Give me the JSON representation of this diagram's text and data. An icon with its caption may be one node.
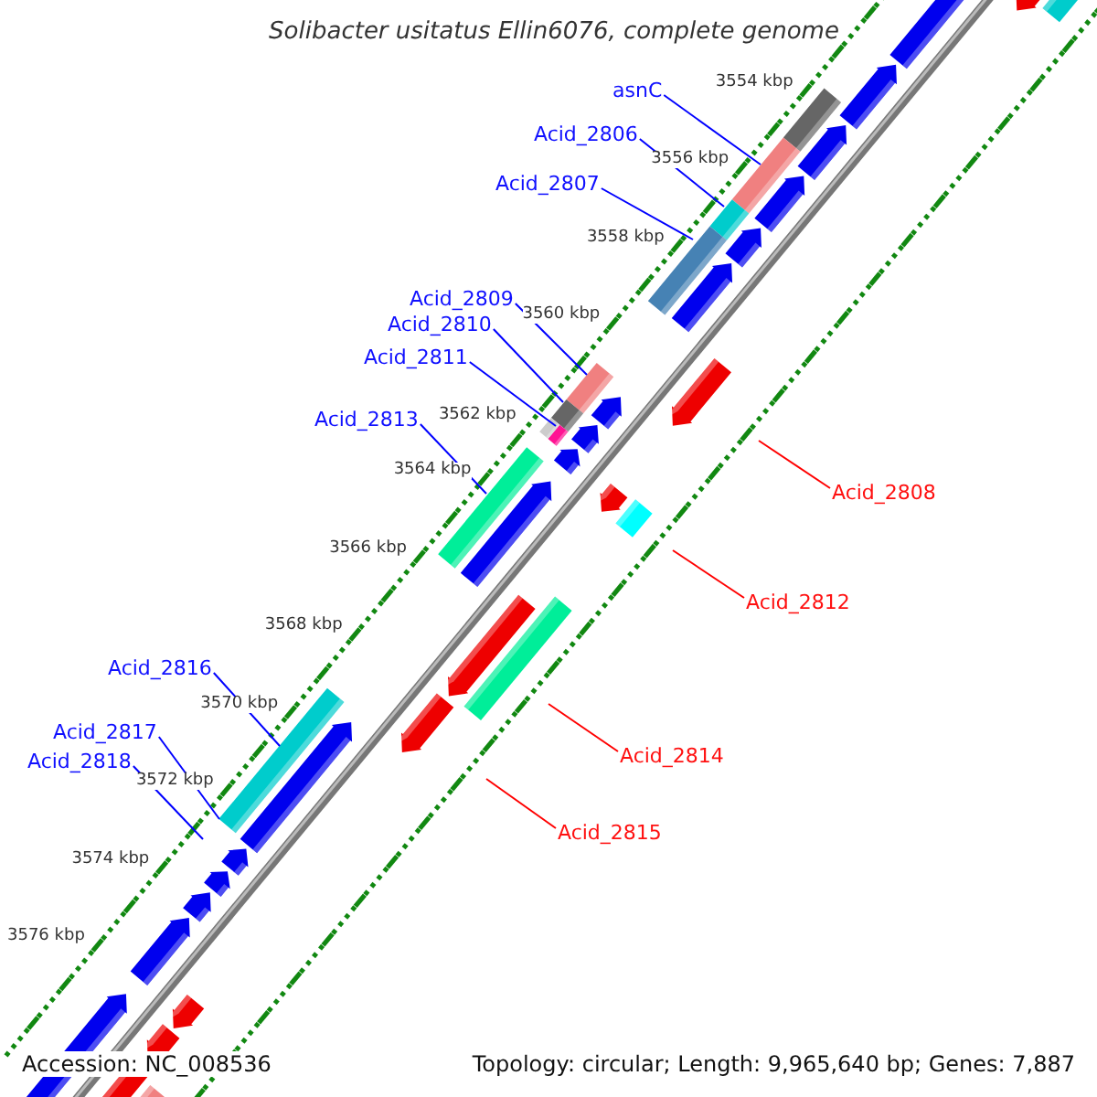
{
  "diagram": {
    "title": "Solibacter usitatus Ellin6076, complete genome",
    "nodes": [
      {
        "text": [
          "asnC"
        ]
      },
      {
        "text": [
          "Acid_2806"
        ]
      },
      {
        "text": [
          "Acid_2807"
        ]
      },
      {
        "text": [
          "Acid_2809"
        ]
      },
      {
        "text": [
          "Acid_2810"
        ]
      },
      {
        "text": [
          "Acid_2811"
        ]
      },
      {
        "text": [
          "Acid_2813"
        ]
      },
      {
        "text": [
          "Acid_2808"
        ]
      },
      {
        "text": [
          "Acid_2812"
        ]
      },
      {
        "text": [
          "Acid_2816"
        ]
      },
      {
        "text": [
          "Acid_2817"
        ]
      },
      {
        "text": [
          "Acid_2814"
        ]
      },
      {
        "text": [
          "Acid_2818"
        ]
      },
      {
        "text": [
          "Acid_2815"
        ]
      }
    ],
    "edges": [
      {
        "from": 0,
        "to": null,
        "arrow": "none"
      },
      {
        "from": 1,
        "to": null,
        "arrow": "none"
      },
      {
        "from": 2,
        "to": null,
        "arrow": "none"
      },
      {
        "from": 3,
        "to": null,
        "arrow": "none"
      },
      {
        "from": 4,
        "to": null,
        "arrow": "none"
      },
      {
        "from": 5,
        "to": null,
        "arrow": "none"
      },
      {
        "from": 6,
        "to": null,
        "arrow": "none"
      },
      {
        "from": 7,
        "to": null,
        "arrow": "none",
        "color": "#ff0000"
      },
      {
        "from": 8,
        "to": null,
        "arrow": "none",
        "color": "#ff0000"
      },
      {
        "from": 9,
        "to": null,
        "arrow": "none"
      },
      {
        "from": 10,
        "to": null,
        "arrow": "none"
      },
      {
        "from": 11,
        "to": null,
        "arrow": "none",
        "color": "#ff0000"
      },
      {
        "from": 12,
        "to": null,
        "arrow": "none"
      },
      {
        "from": 13,
        "to": null,
        "arrow": "none",
        "color": "#ff0000"
      }
    ],
    "labels": [
      "3554 kbp",
      "3556 kbp",
      "3558 kbp",
      "3560 kbp",
      "3562 kbp",
      "3564 kbp",
      "3566 kbp",
      "3568 kbp",
      "3570 kbp",
      "3572 kbp",
      "3574 kbp",
      "3576 kbp",
      "Accession: NC_008536",
      "Topology: circular; Length: 9,965,640 bp; Genes: 7,887"
    ]
  }
}
